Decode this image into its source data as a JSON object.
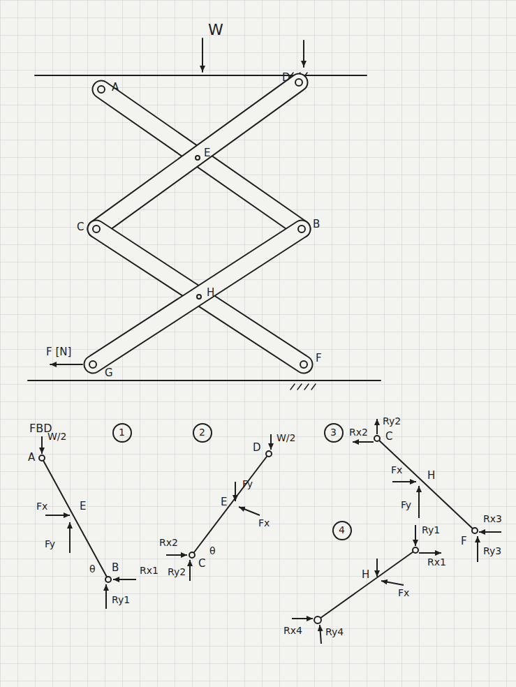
{
  "diagram": {
    "labels": [
      "W",
      "A",
      "D",
      "E",
      "C",
      "B",
      "H",
      "F [N]",
      "G",
      "F",
      "FBD",
      "1",
      "W/2",
      "A",
      "E",
      "Fx",
      "Fy",
      "θ",
      "B",
      "Rx1",
      "Ry1",
      "2",
      "D",
      "W/2",
      "Fy",
      "E",
      "Fx",
      "Rx2",
      "C",
      "θ",
      "Ry2",
      "3",
      "Rx2",
      "Ry2",
      "C",
      "Fx",
      "H",
      "Fy",
      "F",
      "Rx3",
      "Ry3",
      "4",
      "Ry1",
      "Rx1",
      "H",
      "Fx",
      "Rx4",
      "Ry4"
    ]
  }
}
